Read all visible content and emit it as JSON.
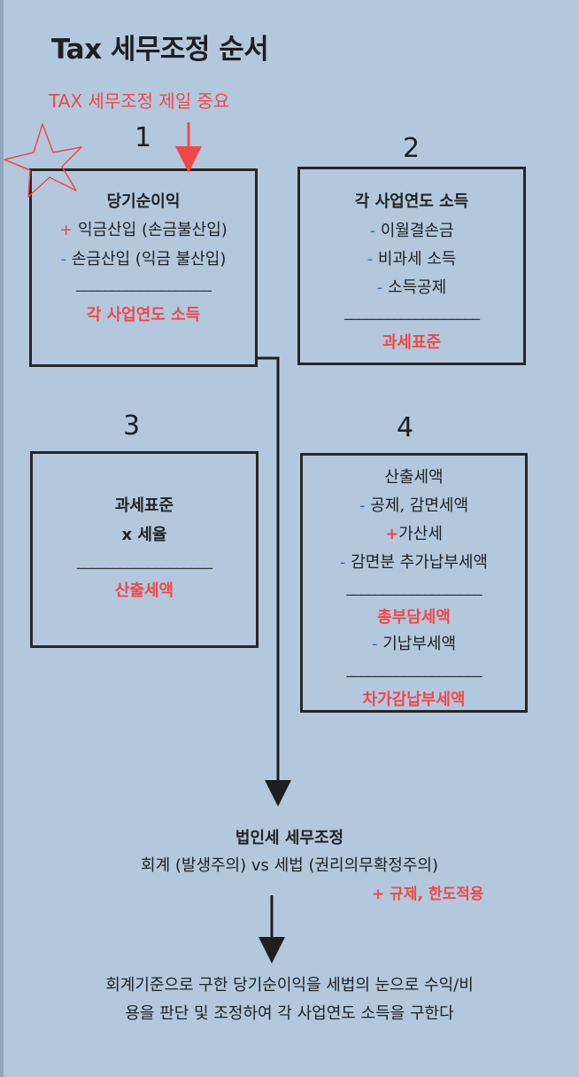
{
  "title": "Tax 세무조정 순서",
  "note": "TAX 세무조정 제일 중요",
  "separator": "___________________",
  "box1": {
    "number": "1",
    "lines": [
      "당기순이익",
      "익금산입 (손금불산입)",
      "손금산입 (익금 불산입)"
    ],
    "ops": [
      "+",
      "-"
    ],
    "result": "각 사업연도 소득"
  },
  "box2": {
    "number": "2",
    "lines": [
      "각 사업연도 소득",
      "이월결손금",
      "비과세 소득",
      "소득공제"
    ],
    "ops": [
      "-",
      "-",
      "-"
    ],
    "result": "과세표준"
  },
  "box3": {
    "number": "3",
    "lines": [
      "과세표준",
      "x 세율"
    ],
    "result": "산출세액"
  },
  "box4": {
    "number": "4",
    "lines": [
      "산출세액",
      "공제, 감면세액",
      "가산세",
      "감면분 추가납부세액",
      "기납부세액"
    ],
    "ops": [
      "-",
      "+",
      "-",
      "-"
    ],
    "subtotal": "총부담세액",
    "result": "차가감납부세액"
  },
  "bottom": {
    "heading": "법인세 세무조정",
    "subtitle": "회계 (발생주의) vs 세법 (권리의무확정주의)",
    "extra": "+ 규제, 한도적용",
    "summary_line1": "회계기준으로 구한 당기순이익을 세법의 눈으로 수익/비",
    "summary_line2": "용을 판단 및 조정하여 각 사업연도 소득을 구한다"
  },
  "colors": {
    "background": "#b3c8dd",
    "accent_red": "#f04848",
    "accent_blue": "#2a6fd4",
    "border": "#262626"
  },
  "icons": [
    "star-outline-icon",
    "down-arrow-icon"
  ]
}
